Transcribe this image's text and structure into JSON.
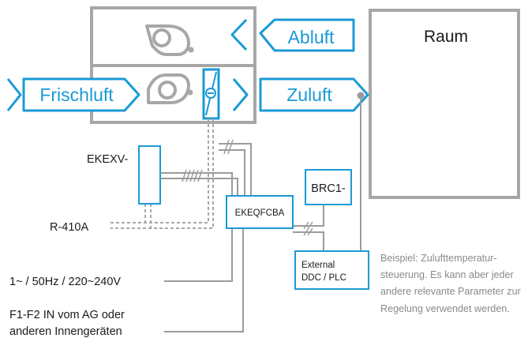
{
  "room": {
    "label": "Raum"
  },
  "airflows": {
    "abluft": "Abluft",
    "frischluft": "Frischluft",
    "zuluft": "Zuluft"
  },
  "components": {
    "expansion_valve": "EKEXV-",
    "control_box": "EKEQFCBA",
    "remote_controller": "BRC1-",
    "external_controller_line1": "External",
    "external_controller_line2": "DDC / PLC"
  },
  "connections": {
    "refrigerant": "R-410A",
    "power_supply": "1~ / 50Hz / 220~240V",
    "f1f2_line1": "F1-F2 IN vom AG oder",
    "f1f2_line2": "anderen Innengeräten"
  },
  "note": "Beispiel: Zulufttemperatur-steuerung. Es kann aber jeder andere relevante Parameter zur Regelung verwendet werden.",
  "colors": {
    "air_blue": "#1a9ad6",
    "unit_gray": "#a7a7a7",
    "wire_gray": "#9b9b9b",
    "text_dark": "#1a1a1a",
    "note_gray": "#8a8a8a"
  }
}
